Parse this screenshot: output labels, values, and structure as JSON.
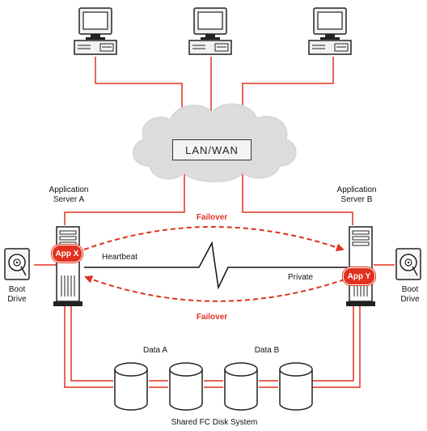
{
  "network": {
    "label": "LAN/WAN"
  },
  "servers": {
    "a": {
      "title_line1": "Application",
      "title_line2": "Server A",
      "app": "App X"
    },
    "b": {
      "title_line1": "Application",
      "title_line2": "Server B",
      "app": "App Y"
    }
  },
  "boot_drive": {
    "line1": "Boot",
    "line2": "Drive"
  },
  "links": {
    "failover_top": "Failover",
    "failover_bottom": "Failover",
    "heartbeat": "Heartbeat",
    "private": "Private"
  },
  "storage": {
    "data_a": "Data A",
    "data_b": "Data B",
    "caption": "Shared FC Disk System"
  },
  "colors": {
    "accent": "#e0321e",
    "outline": "#333333",
    "cloud": "#dcdcdc"
  }
}
